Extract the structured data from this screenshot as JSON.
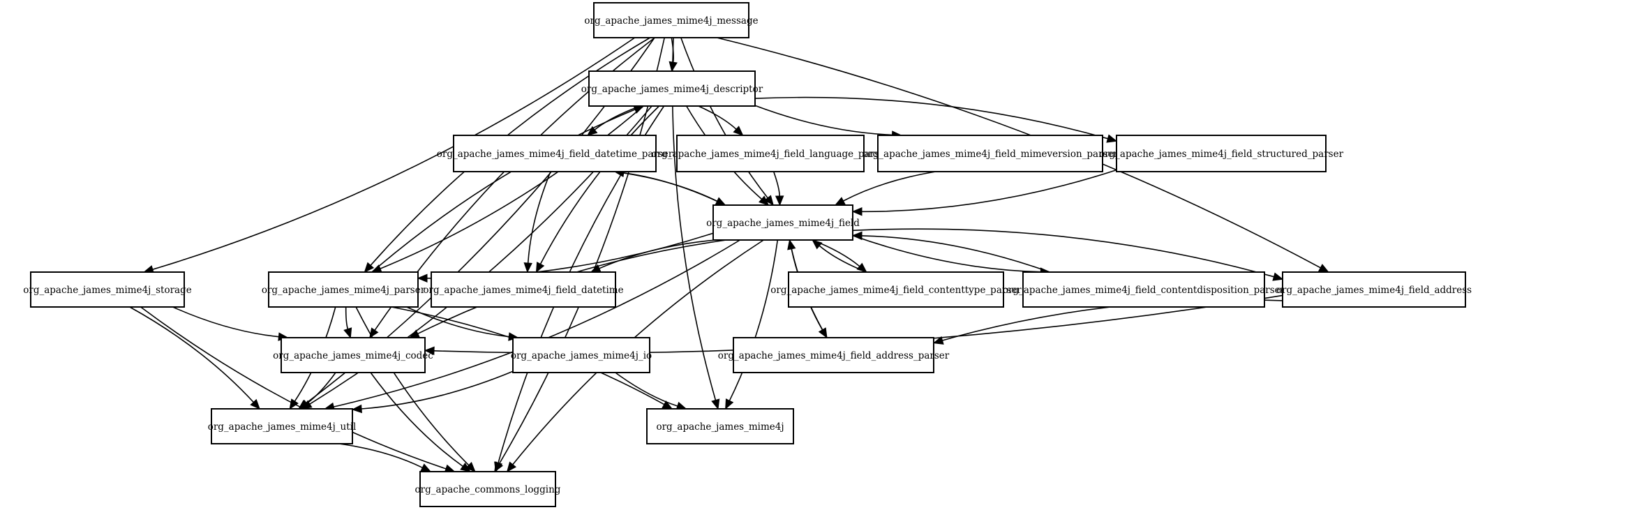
{
  "graph": {
    "nodes": [
      {
        "id": "message",
        "label": "org_apache_james_mime4j_message"
      },
      {
        "id": "descriptor",
        "label": "org_apache_james_mime4j_descriptor"
      },
      {
        "id": "field_datetime_parser",
        "label": "org_apache_james_mime4j_field_datetime_parser"
      },
      {
        "id": "field_language_parser",
        "label": "org_apache_james_mime4j_field_language_parser"
      },
      {
        "id": "field_mimeversion_parser",
        "label": "org_apache_james_mime4j_field_mimeversion_parser"
      },
      {
        "id": "field_structured_parser",
        "label": "org_apache_james_mime4j_field_structured_parser"
      },
      {
        "id": "field",
        "label": "org_apache_james_mime4j_field"
      },
      {
        "id": "storage",
        "label": "org_apache_james_mime4j_storage"
      },
      {
        "id": "parser",
        "label": "org_apache_james_mime4j_parser"
      },
      {
        "id": "field_datetime",
        "label": "org_apache_james_mime4j_field_datetime"
      },
      {
        "id": "field_contenttype_parser",
        "label": "org_apache_james_mime4j_field_contenttype_parser"
      },
      {
        "id": "field_contentdisposition_parser",
        "label": "org_apache_james_mime4j_field_contentdisposition_parser"
      },
      {
        "id": "field_address",
        "label": "org_apache_james_mime4j_field_address"
      },
      {
        "id": "codec",
        "label": "org_apache_james_mime4j_codec"
      },
      {
        "id": "io",
        "label": "org_apache_james_mime4j_io"
      },
      {
        "id": "field_address_parser",
        "label": "org_apache_james_mime4j_field_address_parser"
      },
      {
        "id": "util",
        "label": "org_apache_james_mime4j_util"
      },
      {
        "id": "mime4j",
        "label": "org_apache_james_mime4j"
      },
      {
        "id": "commons_logging",
        "label": "org_apache_commons_logging"
      }
    ],
    "edges": [
      {
        "from": "message",
        "to": "descriptor"
      },
      {
        "from": "message",
        "to": "field"
      },
      {
        "from": "message",
        "to": "storage"
      },
      {
        "from": "message",
        "to": "parser"
      },
      {
        "from": "message",
        "to": "field_address"
      },
      {
        "from": "message",
        "to": "codec"
      },
      {
        "from": "message",
        "to": "util"
      },
      {
        "from": "message",
        "to": "mime4j"
      },
      {
        "from": "message",
        "to": "commons_logging"
      },
      {
        "from": "descriptor",
        "to": "field_datetime_parser"
      },
      {
        "from": "descriptor",
        "to": "field_language_parser"
      },
      {
        "from": "descriptor",
        "to": "field_mimeversion_parser"
      },
      {
        "from": "descriptor",
        "to": "field_structured_parser"
      },
      {
        "from": "descriptor",
        "to": "field"
      },
      {
        "from": "descriptor",
        "to": "parser"
      },
      {
        "from": "descriptor",
        "to": "field_datetime"
      },
      {
        "from": "descriptor",
        "to": "util"
      },
      {
        "from": "descriptor",
        "to": "commons_logging"
      },
      {
        "from": "field_datetime_parser",
        "to": "field"
      },
      {
        "from": "field_datetime_parser",
        "to": "field_datetime"
      },
      {
        "from": "field_language_parser",
        "to": "field"
      },
      {
        "from": "field_mimeversion_parser",
        "to": "field"
      },
      {
        "from": "field_structured_parser",
        "to": "field"
      },
      {
        "from": "field",
        "to": "field_datetime_parser"
      },
      {
        "from": "field",
        "to": "parser"
      },
      {
        "from": "field",
        "to": "field_datetime"
      },
      {
        "from": "field",
        "to": "field_contenttype_parser"
      },
      {
        "from": "field",
        "to": "field_contentdisposition_parser"
      },
      {
        "from": "field",
        "to": "field_address"
      },
      {
        "from": "field",
        "to": "codec"
      },
      {
        "from": "field",
        "to": "util"
      },
      {
        "from": "field",
        "to": "field_address_parser"
      },
      {
        "from": "field",
        "to": "mime4j"
      },
      {
        "from": "field",
        "to": "commons_logging"
      },
      {
        "from": "parser",
        "to": "descriptor"
      },
      {
        "from": "parser",
        "to": "codec"
      },
      {
        "from": "parser",
        "to": "util"
      },
      {
        "from": "parser",
        "to": "io"
      },
      {
        "from": "parser",
        "to": "mime4j"
      },
      {
        "from": "parser",
        "to": "commons_logging"
      },
      {
        "from": "field_contenttype_parser",
        "to": "field"
      },
      {
        "from": "field_contentdisposition_parser",
        "to": "field"
      },
      {
        "from": "field_address",
        "to": "codec"
      },
      {
        "from": "field_address",
        "to": "field_address_parser"
      },
      {
        "from": "field_address_parser",
        "to": "field"
      },
      {
        "from": "storage",
        "to": "codec"
      },
      {
        "from": "storage",
        "to": "util"
      },
      {
        "from": "storage",
        "to": "commons_logging"
      },
      {
        "from": "codec",
        "to": "util"
      },
      {
        "from": "codec",
        "to": "commons_logging"
      },
      {
        "from": "io",
        "to": "util"
      },
      {
        "from": "io",
        "to": "mime4j"
      },
      {
        "from": "util",
        "to": "commons_logging"
      }
    ]
  }
}
